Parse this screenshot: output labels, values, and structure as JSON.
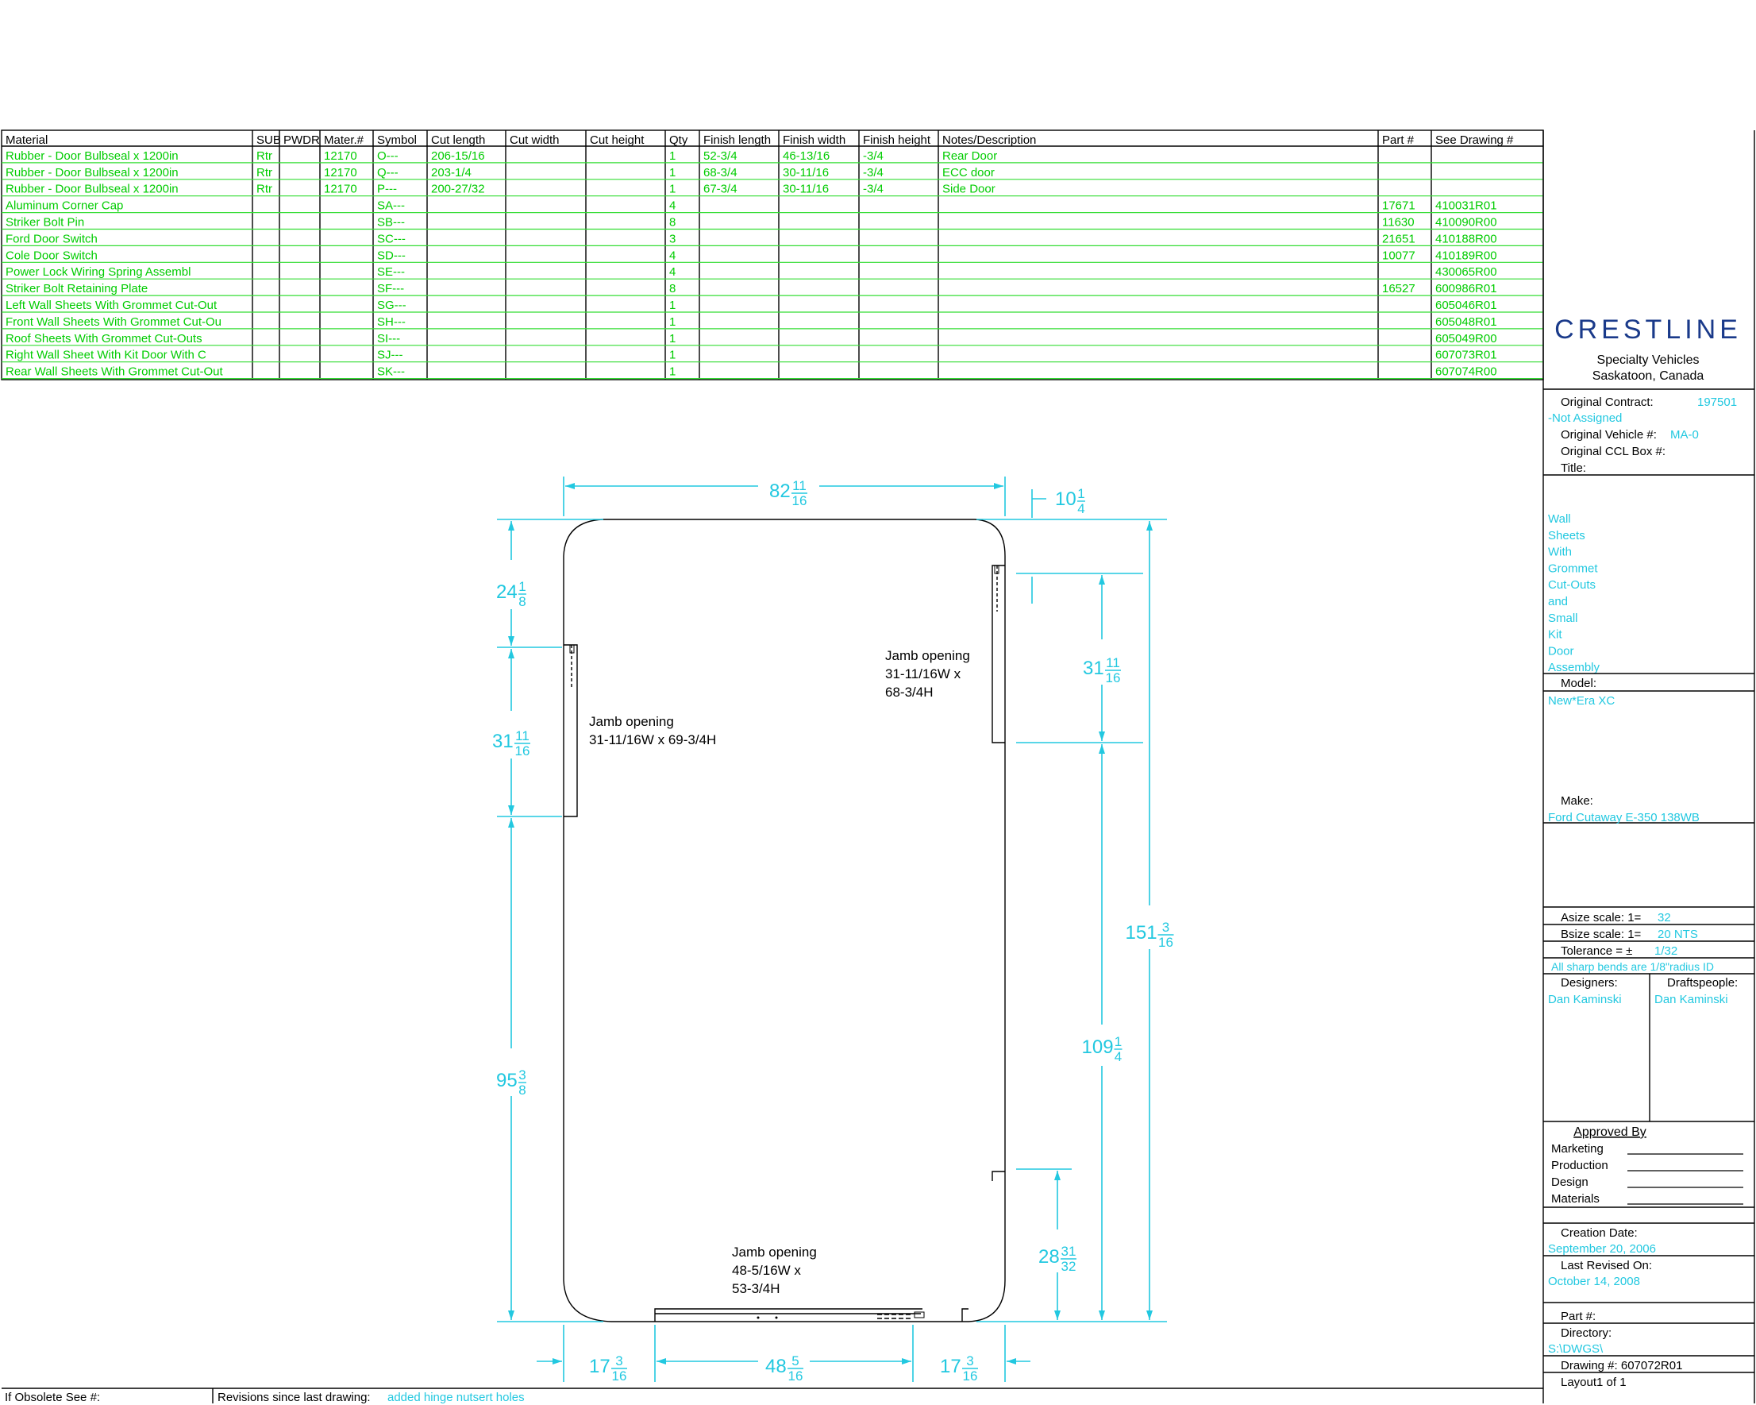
{
  "colors": {
    "ink": "#000000",
    "table_text": "#00cc00",
    "dimension": "#22c8e0"
  },
  "bom": {
    "headers": [
      "Material",
      "SUB",
      "PWDR",
      "Mater.#",
      "Symbol",
      "Cut length",
      "Cut width",
      "Cut height",
      "Qty",
      "Finish length",
      "Finish width",
      "Finish height",
      "Notes/Description",
      "Part #",
      "See Drawing #"
    ],
    "rows": [
      [
        "Rubber - Door Bulbseal x 1200in",
        "Rtr",
        "",
        "12170",
        "O---",
        "206-15/16",
        "",
        "",
        "1",
        "52-3/4",
        "46-13/16",
        "-3/4",
        "Rear Door",
        "",
        ""
      ],
      [
        "Rubber - Door Bulbseal x 1200in",
        "Rtr",
        "",
        "12170",
        "Q---",
        "203-1/4",
        "",
        "",
        "1",
        "68-3/4",
        "30-11/16",
        "-3/4",
        "ECC door",
        "",
        ""
      ],
      [
        "Rubber - Door Bulbseal x 1200in",
        "Rtr",
        "",
        "12170",
        "P---",
        "200-27/32",
        "",
        "",
        "1",
        "67-3/4",
        "30-11/16",
        "-3/4",
        "Side Door",
        "",
        ""
      ],
      [
        "Aluminum Corner Cap",
        "",
        "",
        "",
        "SA---",
        "",
        "",
        "",
        "4",
        "",
        "",
        "",
        "",
        "17671",
        "410031R01"
      ],
      [
        "Striker Bolt Pin",
        "",
        "",
        "",
        "SB---",
        "",
        "",
        "",
        "8",
        "",
        "",
        "",
        "",
        "11630",
        "410090R00"
      ],
      [
        "Ford Door Switch",
        "",
        "",
        "",
        "SC---",
        "",
        "",
        "",
        "3",
        "",
        "",
        "",
        "",
        "21651",
        "410188R00"
      ],
      [
        "Cole Door Switch",
        "",
        "",
        "",
        "SD---",
        "",
        "",
        "",
        "4",
        "",
        "",
        "",
        "",
        "10077",
        "410189R00"
      ],
      [
        "Power Lock Wiring Spring        Assembl",
        "",
        "",
        "",
        "SE---",
        "",
        "",
        "",
        "4",
        "",
        "",
        "",
        "",
        "",
        "430065R00"
      ],
      [
        "Striker Bolt Retaining Plate",
        "",
        "",
        "",
        "SF---",
        "",
        "",
        "",
        "8",
        "",
        "",
        "",
        "",
        "16527",
        "600986R01"
      ],
      [
        "Left Wall Sheets With Grommet Cut-Out",
        "",
        "",
        "",
        "SG---",
        "",
        "",
        "",
        "1",
        "",
        "",
        "",
        "",
        "",
        "605046R01"
      ],
      [
        "Front Wall Sheets With Grommet Cut-Ou",
        "",
        "",
        "",
        "SH---",
        "",
        "",
        "",
        "1",
        "",
        "",
        "",
        "",
        "",
        "605048R01"
      ],
      [
        "Roof Sheets With Grommet Cut-Outs",
        "",
        "",
        "",
        "SI---",
        "",
        "",
        "",
        "1",
        "",
        "",
        "",
        "",
        "",
        "605049R00"
      ],
      [
        "Right Wall Sheet With Kit Door With C",
        "",
        "",
        "",
        "SJ---",
        "",
        "",
        "",
        "1",
        "",
        "",
        "",
        "",
        "",
        "607073R01"
      ],
      [
        "Rear Wall Sheets With Grommet Cut-Out",
        "",
        "",
        "",
        "SK---",
        "",
        "",
        "",
        "1",
        "",
        "",
        "",
        "",
        "",
        "607074R00"
      ]
    ]
  },
  "title_block": {
    "logo": "CRESTLINE",
    "subtitle_1": "Specialty Vehicles",
    "subtitle_2": "Saskatoon, Canada",
    "contract_label": "Original Contract:",
    "contract_value": "197501",
    "not_assigned": "-Not Assigned",
    "vehicle_label": "Original Vehicle #:",
    "vehicle_value": "MA-0",
    "ccl_label": "Original CCL Box #:",
    "title_label": "Title:",
    "title_lines": [
      "Wall",
      "Sheets",
      "With",
      "Grommet",
      "Cut-Outs",
      "and",
      "Small",
      "Kit",
      "Door",
      "Assembly"
    ],
    "model_label": "Model:",
    "model_value": "New*Era XC",
    "make_label": "Make:",
    "make_value": "Ford Cutaway E-350 138WB",
    "asize_label": "Asize scale:  1=",
    "asize_value": "32",
    "bsize_label": "Bsize scale:  1=",
    "bsize_value": "20 NTS",
    "tolerance_label": "Tolerance = ±",
    "tolerance_value": "1/32",
    "bends_note": "All sharp bends are 1/8\"radius ID",
    "designers_label": "Designers:",
    "designers_value": "Dan Kaminski",
    "drafts_label": "Draftspeople:",
    "drafts_value": "Dan Kaminski",
    "approved_label": "Approved By",
    "approvals": [
      "Marketing",
      "Production",
      "Design",
      "Materials"
    ],
    "creation_label": "Creation Date:",
    "creation_value": "September 20, 2006",
    "revised_label": "Last Revised On:",
    "revised_value": "October 14, 2008",
    "part_label": "Part #:",
    "directory_label": "Directory:",
    "directory_value": "S:\\DWGS\\",
    "drawing_label": "Drawing #: 607072R01",
    "layout_label": "Layout1  of 1"
  },
  "footer": {
    "obsolete_label": "If Obsolete See #:",
    "revisions_label": "Revisions since last drawing:",
    "revisions_value": "added hinge nutsert holes"
  },
  "drawing": {
    "dims": {
      "top_width": "82",
      "top_width_num": "11",
      "top_width_den": "16",
      "top_right": "10",
      "top_right_num": "1",
      "top_right_den": "4",
      "left_top": "24",
      "left_top_num": "1",
      "left_top_den": "8",
      "left_mid": "31",
      "left_mid_num": "11",
      "left_mid_den": "16",
      "left_bottom": "95",
      "left_bottom_num": "3",
      "left_bottom_den": "8",
      "right_upper": "31",
      "right_upper_num": "11",
      "right_upper_den": "16",
      "right_total": "151",
      "right_total_num": "3",
      "right_total_den": "16",
      "right_lower": "109",
      "right_lower_num": "1",
      "right_lower_den": "4",
      "right_bottom": "28",
      "right_bottom_num": "31",
      "right_bottom_den": "32",
      "bottom_left": "17",
      "bottom_left_num": "3",
      "bottom_left_den": "16",
      "bottom_mid": "48",
      "bottom_mid_num": "5",
      "bottom_mid_den": "16",
      "bottom_right": "17",
      "bottom_right_num": "3",
      "bottom_right_den": "16"
    },
    "jamb_left": [
      "Jamb opening",
      "31-11/16W x 69-3/4H"
    ],
    "jamb_right": [
      "Jamb opening",
      "31-11/16W x",
      "68-3/4H"
    ],
    "jamb_bottom": [
      "Jamb opening",
      "48-5/16W x",
      "53-3/4H"
    ]
  }
}
